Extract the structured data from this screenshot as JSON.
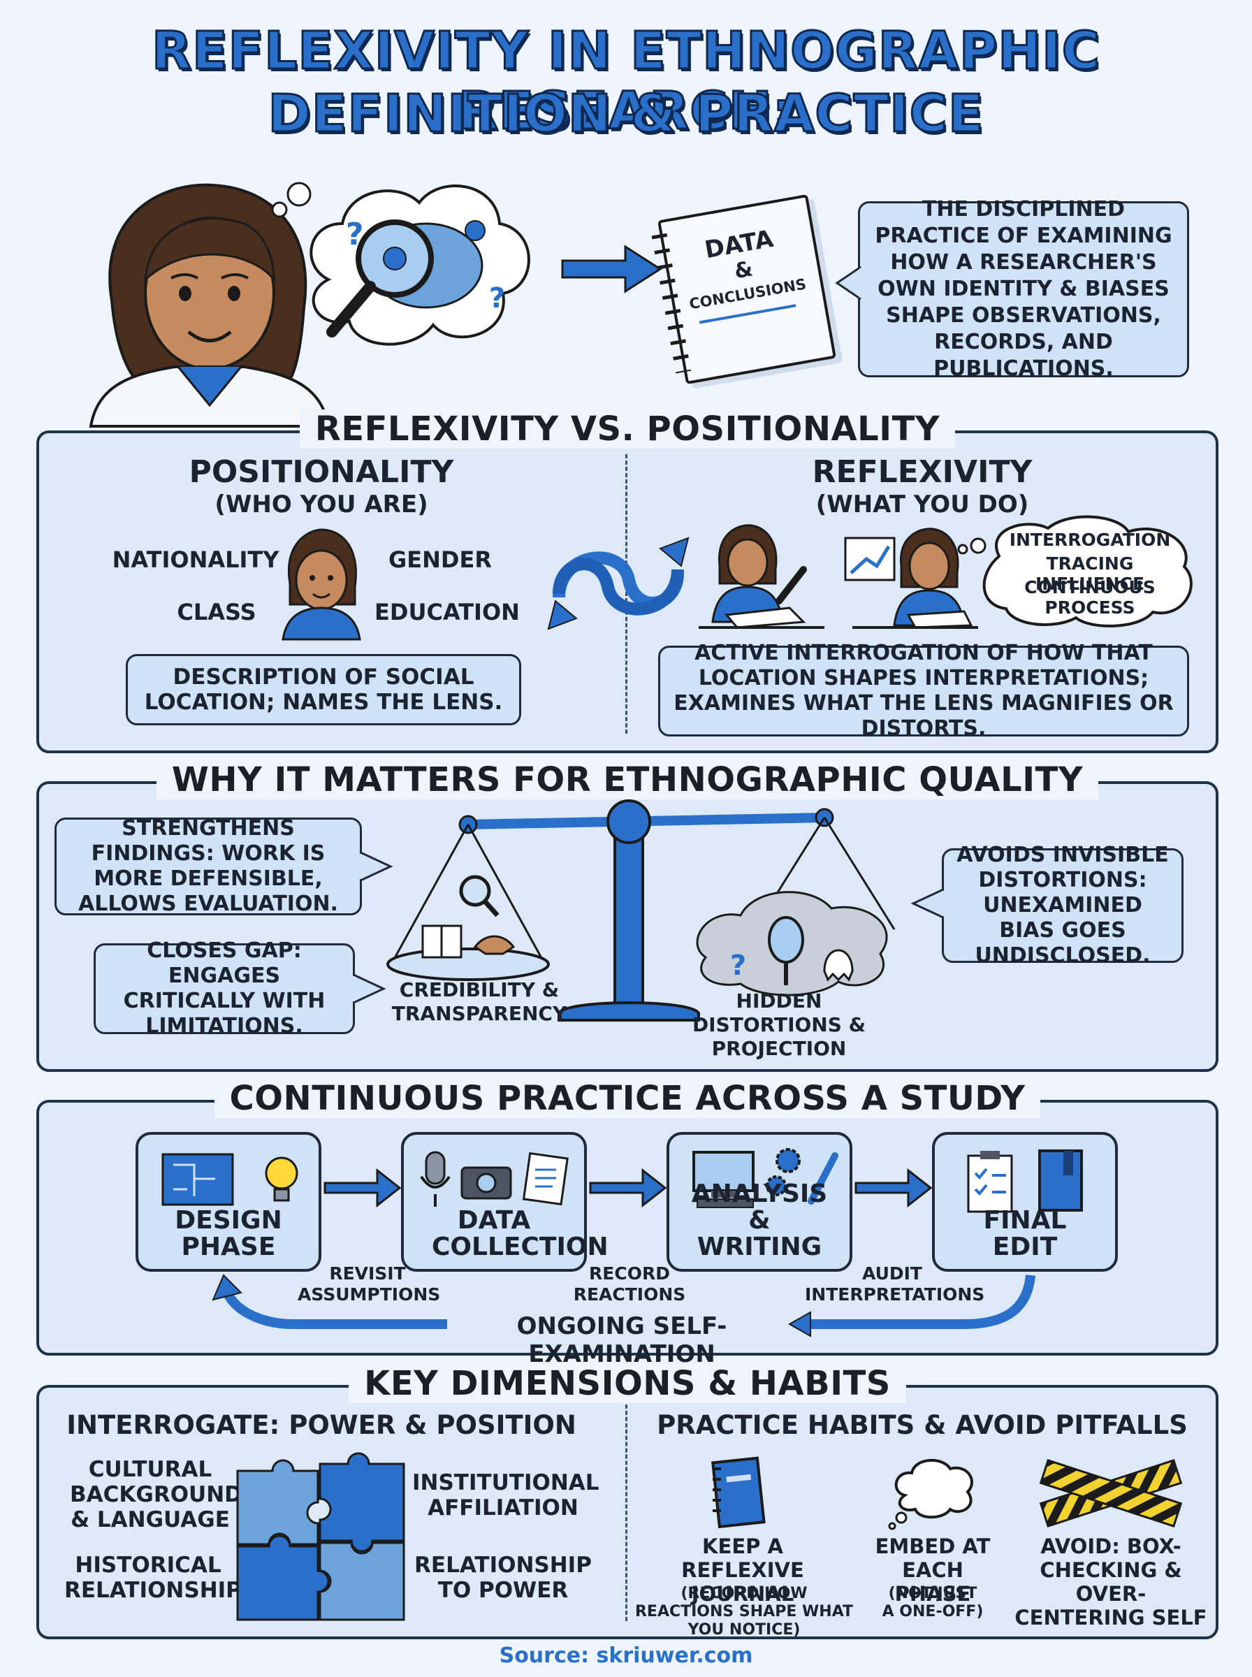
{
  "title": {
    "line1": "REFLEXIVITY IN ETHNOGRAPHIC RESEARCH:",
    "line2": "DEFINITION & PRACTICE"
  },
  "intro": {
    "notebook_line1": "DATA",
    "notebook_line2": "&",
    "notebook_line3": "CONCLUSIONS",
    "definition": "THE DISCIPLINED PRACTICE OF EXAMINING HOW A RESEARCHER'S OWN IDENTITY & BIASES SHAPE OBSERVATIONS, RECORDS, AND PUBLICATIONS."
  },
  "comparison": {
    "heading": "REFLEXIVITY VS. POSITIONALITY",
    "positionality": {
      "title": "POSITIONALITY",
      "subtitle": "(WHO YOU ARE)",
      "factors": [
        "NATIONALITY",
        "GENDER",
        "CLASS",
        "EDUCATION"
      ],
      "description": "DESCRIPTION OF SOCIAL LOCATION; NAMES THE LENS."
    },
    "reflexivity": {
      "title": "REFLEXIVITY",
      "subtitle": "(WHAT YOU DO)",
      "thought": [
        "INTERROGATION",
        "TRACING INFLUENCE",
        "CONTINUOUS PROCESS"
      ],
      "description": "ACTIVE INTERROGATION OF HOW THAT LOCATION SHAPES INTERPRETATIONS; EXAMINES WHAT THE LENS MAGNIFIES OR DISTORTS."
    }
  },
  "quality": {
    "heading": "WHY IT MATTERS FOR ETHNOGRAPHIC QUALITY",
    "strengthens": "STRENGTHENS FINDINGS: WORK IS MORE DEFENSIBLE, ALLOWS EVALUATION.",
    "closes_gap": "CLOSES GAP: ENGAGES CRITICALLY WITH LIMITATIONS.",
    "avoids": "AVOIDS INVISIBLE DISTORTIONS: UNEXAMINED BIAS GOES UNDISCLOSED.",
    "left_pan": "CREDIBILITY & TRANSPARENCY",
    "right_pan": "HIDDEN DISTORTIONS & PROJECTION"
  },
  "practice": {
    "heading": "CONTINUOUS PRACTICE ACROSS A STUDY",
    "steps": [
      "DESIGN PHASE",
      "DATA COLLECTION",
      "ANALYSIS & WRITING",
      "FINAL EDIT"
    ],
    "loop_notes": [
      "REVISIT ASSUMPTIONS",
      "RECORD REACTIONS",
      "AUDIT INTERPRETATIONS"
    ],
    "loop_label": "ONGOING SELF-EXAMINATION"
  },
  "dimensions": {
    "heading": "KEY DIMENSIONS & HABITS",
    "left_title": "INTERROGATE: POWER & POSITION",
    "left_items": [
      "CULTURAL BACKGROUND & LANGUAGE",
      "INSTITUTIONAL AFFILIATION",
      "HISTORICAL RELATIONSHIP",
      "RELATIONSHIP TO POWER"
    ],
    "right_title": "PRACTICE HABITS & AVOID PITFALLS",
    "habits": [
      {
        "label": "KEEP A REFLEXIVE JOURNAL",
        "note": "(RECORD HOW REACTIONS SHAPE WHAT YOU NOTICE)"
      },
      {
        "label": "EMBED AT EACH PHASE",
        "note": "(NOT JUST A ONE-OFF)"
      },
      {
        "label": "AVOID: BOX-CHECKING & OVER-CENTERING SELF",
        "note": ""
      }
    ]
  },
  "source": "Source: skriuwer.com",
  "colors": {
    "accent": "#2a6fc9",
    "panel": "#dde9f7",
    "bubble": "#cfe2f6",
    "ink": "#1d2430"
  }
}
